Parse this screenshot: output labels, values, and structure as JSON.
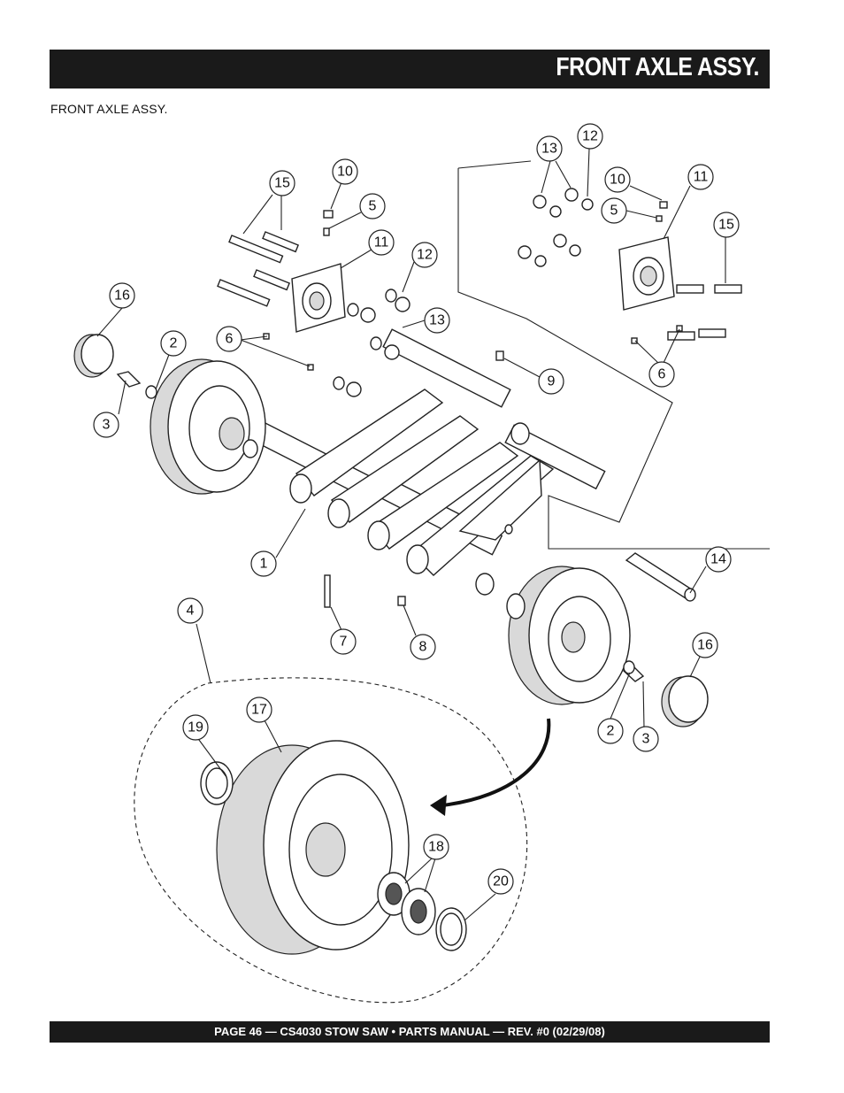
{
  "header": {
    "title": "FRONT AXLE ASSY."
  },
  "section": {
    "label": "FRONT AXLE ASSY."
  },
  "callouts": [
    "1",
    "2",
    "3",
    "4",
    "5",
    "6",
    "7",
    "8",
    "9",
    "10",
    "11",
    "12",
    "13",
    "14",
    "15",
    "16",
    "17",
    "18",
    "19",
    "20"
  ],
  "callout_labels": {
    "c15a": "15",
    "c10a": "10",
    "c5a": "5",
    "c11a": "11",
    "c12a": "12",
    "c13a": "13",
    "c6a": "6",
    "c16a": "16",
    "c2a": "2",
    "c3a": "3",
    "c9": "9",
    "c1": "1",
    "c14": "14",
    "c7": "7",
    "c8": "8",
    "c4": "4",
    "c16b": "16",
    "c2b": "2",
    "c3b": "3",
    "c13b": "13",
    "c12b": "12",
    "c10b": "10",
    "c11b": "11",
    "c5b": "5",
    "c15b": "15",
    "c6b": "6",
    "c19": "19",
    "c17": "17",
    "c18": "18",
    "c20": "20"
  },
  "footer": {
    "text": "PAGE 46 — CS4030 STOW SAW • PARTS MANUAL — REV. #0 (02/29/08)"
  }
}
